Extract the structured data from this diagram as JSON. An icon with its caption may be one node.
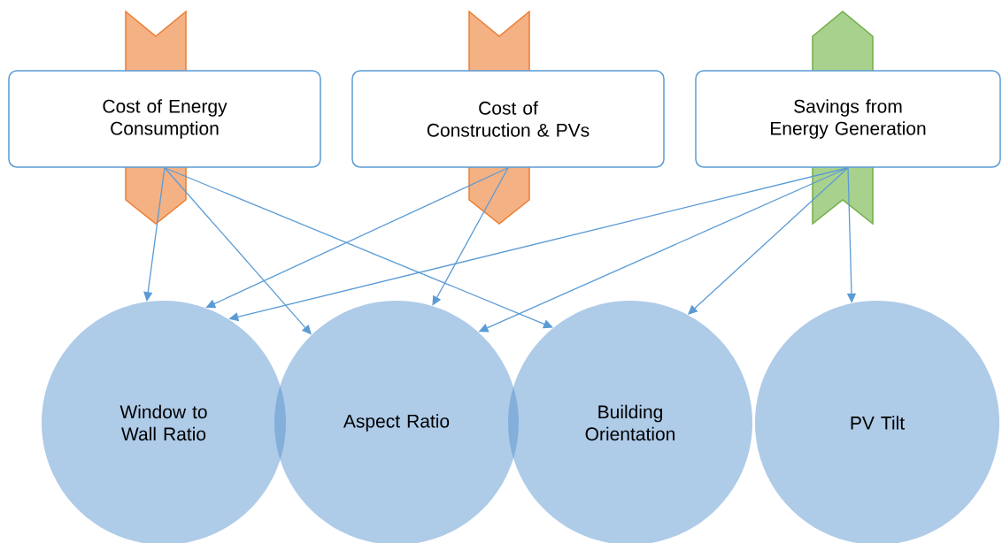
{
  "diagram": {
    "nodes": [
      {
        "text": [
          "Cost of Energy Consumption"
        ]
      },
      {
        "text": [
          "Cost of Construction & PVs"
        ]
      },
      {
        "text": [
          "Savings from Energy Generation"
        ]
      },
      {
        "text": [
          "Window to Wall Ratio"
        ]
      },
      {
        "text": [
          "Aspect Ratio"
        ]
      },
      {
        "text": [
          "Building Orientation"
        ]
      },
      {
        "text": [
          "PV Tilt"
        ]
      }
    ],
    "edges": [
      {
        "from": 0,
        "to": 3,
        "arrow": "to"
      },
      {
        "from": 0,
        "to": 4,
        "arrow": "to"
      },
      {
        "from": 0,
        "to": 5,
        "arrow": "to"
      },
      {
        "from": 1,
        "to": 3,
        "arrow": "to"
      },
      {
        "from": 1,
        "to": 4,
        "arrow": "to"
      },
      {
        "from": 2,
        "to": 3,
        "arrow": "to"
      },
      {
        "from": 2,
        "to": 4,
        "arrow": "to"
      },
      {
        "from": 2,
        "to": 5,
        "arrow": "to"
      },
      {
        "from": 2,
        "to": 6,
        "arrow": "to"
      }
    ]
  }
}
